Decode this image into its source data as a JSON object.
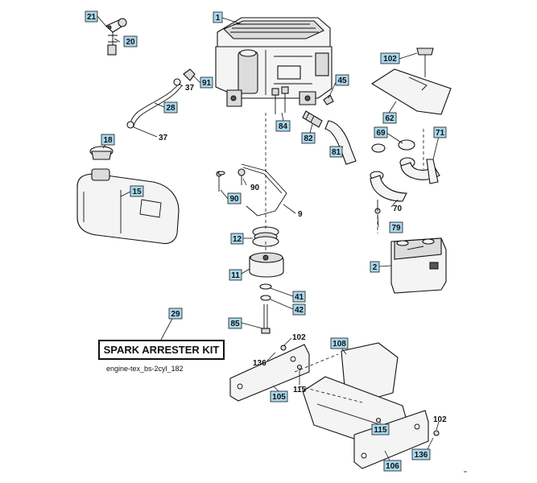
{
  "kit_label": "SPARK ARRESTER KIT",
  "diagram_ref": "engine-tex_bs-2cyl_182",
  "callouts": {
    "c1": "1",
    "c21": "21",
    "c20": "20",
    "c91": "91",
    "c37a": "37",
    "c28": "28",
    "c37b": "37",
    "c45": "45",
    "c84": "84",
    "c82": "82",
    "c81": "81",
    "c102a": "102",
    "c62": "62",
    "c69": "69",
    "c71": "71",
    "c18": "18",
    "c15": "15",
    "c90a": "90",
    "c90b": "90",
    "c9": "9",
    "c70": "70",
    "c79": "79",
    "c12": "12",
    "c2": "2",
    "c11": "11",
    "c41": "41",
    "c42": "42",
    "c29": "29",
    "c85": "85",
    "c102b": "102",
    "c108": "108",
    "c136a": "136",
    "c115a": "115",
    "c105": "105",
    "c115b": "115",
    "c102c": "102",
    "c136b": "136",
    "c106": "106"
  }
}
